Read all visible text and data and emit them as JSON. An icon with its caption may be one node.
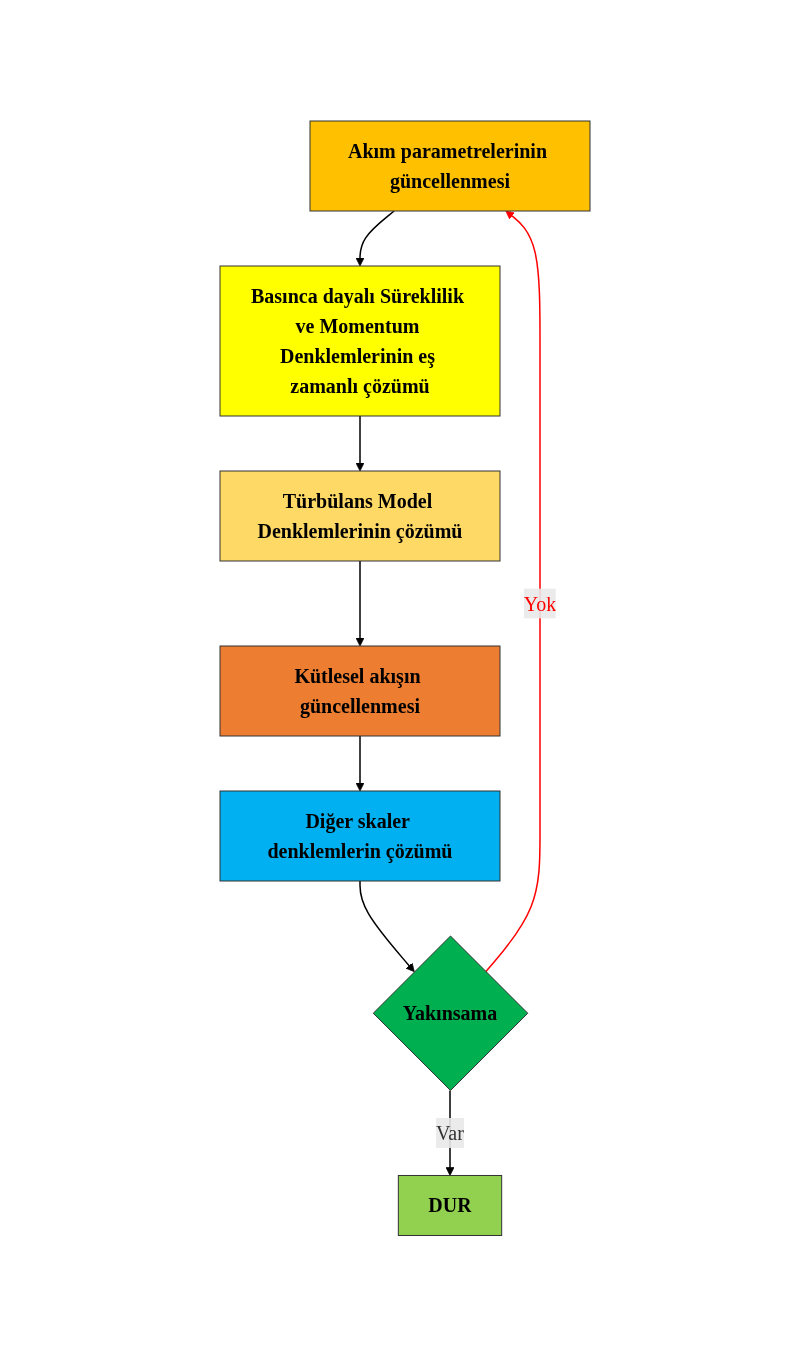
{
  "diagram": {
    "nodes": [
      {
        "text": [
          "Akım parametrelerinin güncellenmesi"
        ]
      },
      {
        "text": [
          "Basınca dayalı Süreklilik ve Momentum Denklemlerinin eş zamanlı çözümü"
        ]
      },
      {
        "text": [
          "Türbülans Model Denklemlerinin çözümü"
        ]
      },
      {
        "text": [
          "Kütlesel akışın güncellenmesi"
        ]
      },
      {
        "text": [
          "Diğer skaler denklemlerin çözümü"
        ]
      },
      {
        "text": [
          "Yakınsama"
        ]
      },
      {
        "text": [
          "DUR"
        ]
      }
    ],
    "edges": [
      {
        "from": 0,
        "to": 1,
        "arrow": "to"
      },
      {
        "from": 1,
        "to": 2,
        "arrow": "to"
      },
      {
        "from": 2,
        "to": 3,
        "arrow": "to"
      },
      {
        "from": 3,
        "to": 4,
        "arrow": "to"
      },
      {
        "from": 4,
        "to": 5,
        "arrow": "to"
      },
      {
        "from": 5,
        "to": 0,
        "arrow": "to",
        "label": "Yok",
        "color": "#ff0000"
      },
      {
        "from": 5,
        "to": 6,
        "arrow": "to",
        "label": "Var"
      }
    ]
  }
}
